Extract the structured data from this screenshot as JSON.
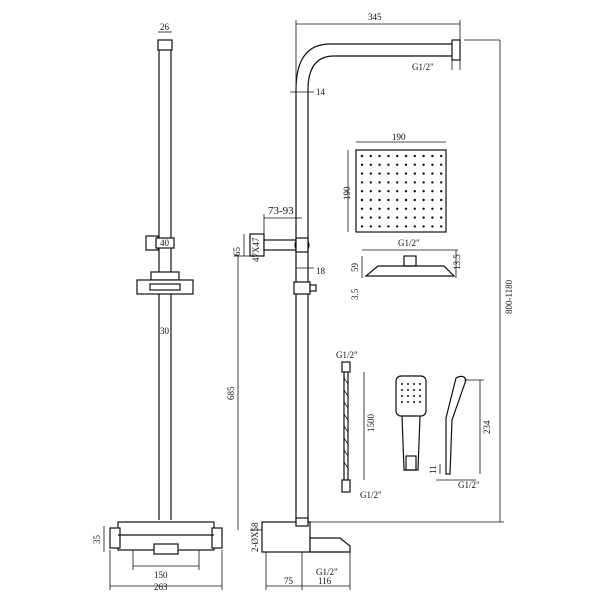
{
  "dims": {
    "pipe_top_width": "26",
    "holder_width": "40",
    "pipe_diameter": "30",
    "mixer_height": "35",
    "inlet_spacing": "150",
    "mixer_width": "263",
    "arm_length": "345",
    "arm_connection": "G1/2\"",
    "pipe_offset": "14",
    "head_width": "190",
    "head_depth": "190",
    "wall_offset_range": "73-93",
    "bracket_size": "47X47",
    "bracket_height": "65",
    "slider_gap": "18",
    "head_connection": "G1/2\"",
    "head_side_thickness": "13.5",
    "head_height": "59",
    "head_base_thickness": "3.5",
    "total_height_range": "800-1180",
    "bracket_to_mixer": "685",
    "hose_connection_top": "G1/2\"",
    "hose_length": "1500",
    "hose_connection_bottom": "G1/2\"",
    "handset_length": "234",
    "handset_neck": "11",
    "handset_connection": "G1/2\"",
    "inlet_thread": "2-ØX58",
    "spout_offset": "75",
    "spout_length": "116",
    "spout_connection": "G1/2\""
  }
}
